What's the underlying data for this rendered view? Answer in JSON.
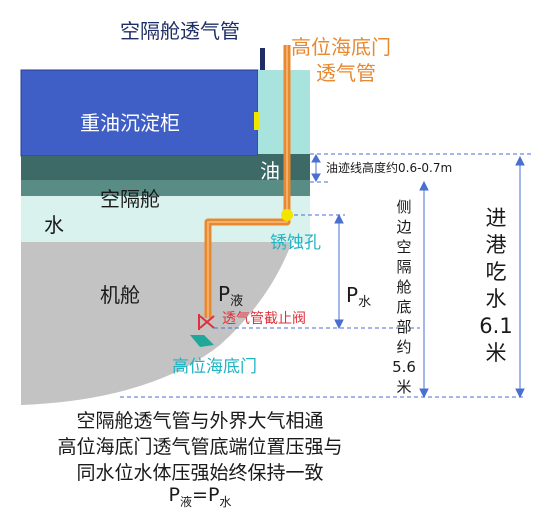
{
  "labels": {
    "cofferdam_vent": "空隔舱透气管",
    "sea_chest_vent_line1": "高位海底门",
    "sea_chest_vent_line2": "透气管",
    "heavy_oil_tank": "重油沉淀柜",
    "oil": "油",
    "cofferdam": "空隔舱",
    "water": "水",
    "engine_room": "机舱",
    "corrosion_hole": "锈蚀孔",
    "p_liquid_main": "P",
    "p_liquid_sub": "液",
    "p_water_main": "P",
    "p_water_sub": "水",
    "vent_valve": "透气管截止阀",
    "high_sea_chest": "高位海底门",
    "oil_mark_height": "油迹线高度约0.6-0.7m",
    "side_bottom_height": "侧边空隔舱底部约5.6米",
    "draft": "进港吃水6.1米"
  },
  "caption": {
    "line1": "空隔舱透气管与外界大气相通",
    "line2": "高位海底门透气管底端位置压强与",
    "line3": "同水位水体压强始终保持一致",
    "eq_p1": "P",
    "eq_sub1": "液",
    "eq_mid": "=P",
    "eq_sub2": "水"
  },
  "colors": {
    "tank_blue": "#3f5fc7",
    "cofferdam_dark": "#3d6a66",
    "water_light": "#d9f2ee",
    "vent_teal": "#a8e3dd",
    "engine_grey": "#c3c3c3",
    "pipe_orange": "#e8892f",
    "title_navy": "#1f2f66",
    "label_teal": "#20b3c2",
    "valve_red": "#e0303a",
    "dim_blue": "#4a6fd0"
  }
}
